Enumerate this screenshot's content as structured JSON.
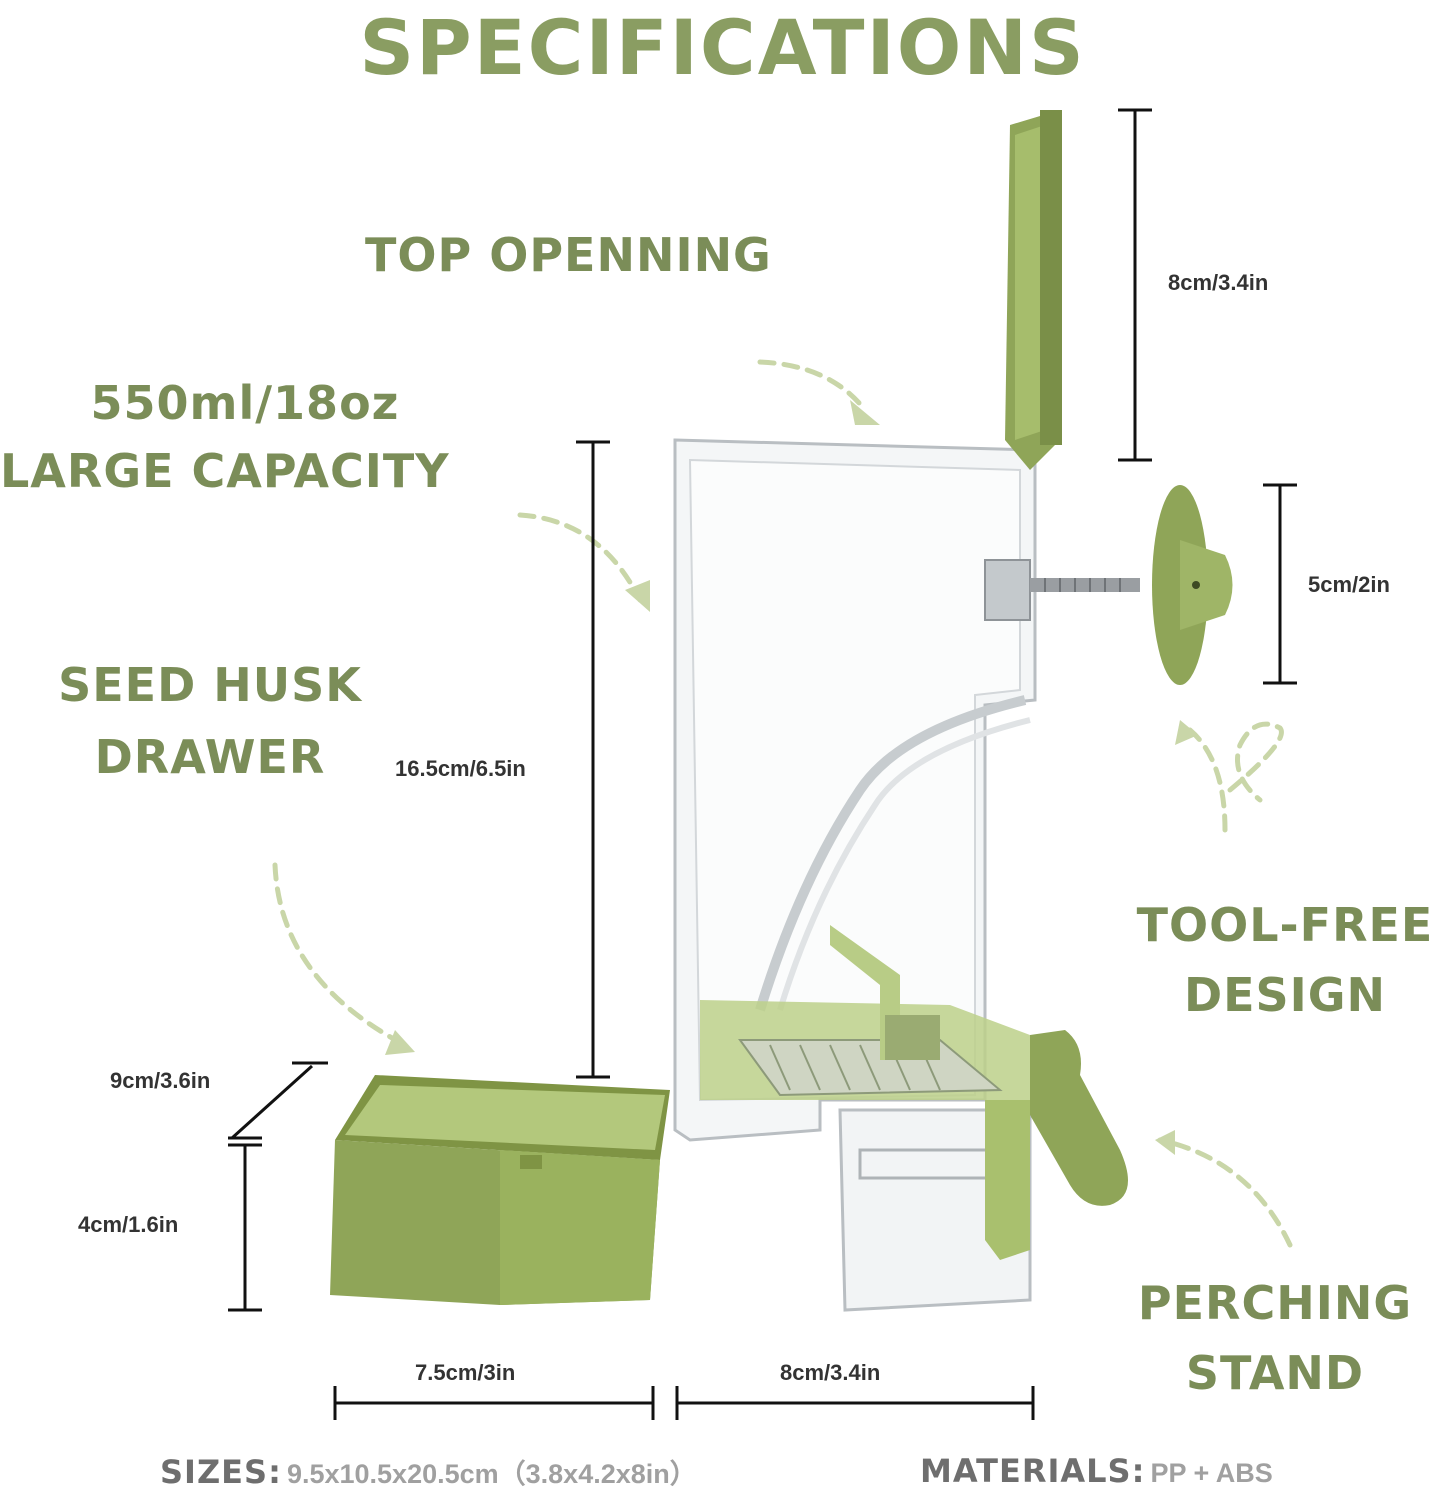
{
  "title": "SPECIFICATIONS",
  "features": {
    "top_opening": "TOP OPENNING",
    "capacity_line1": "550ml/18oz",
    "capacity_line2": "LARGE CAPACITY",
    "husk_line1": "SEED HUSK",
    "husk_line2": "DRAWER",
    "tool_line1": "TOOL-FREE",
    "tool_line2": "DESIGN",
    "perch_line1": "PERCHING",
    "perch_line2": "STAND"
  },
  "dimensions": {
    "lid_height": "8cm/3.4in",
    "disc_size": "5cm/2in",
    "body_height": "16.5cm/6.5in",
    "drawer_depth": "9cm/3.6in",
    "drawer_height": "4cm/1.6in",
    "drawer_width": "7.5cm/3in",
    "body_width": "8cm/3.4in"
  },
  "footer": {
    "sizes_label": "SIZES:",
    "sizes_value": "9.5x10.5x20.5cm（3.8x4.2x8in）",
    "materials_label": "MATERIALS:",
    "materials_value": "PP + ABS"
  },
  "colors": {
    "accent_green": "#8a9d62",
    "product_green": "#8fa558",
    "dark_green": "#7a8f48",
    "arrow_green": "#c9d6a8"
  }
}
